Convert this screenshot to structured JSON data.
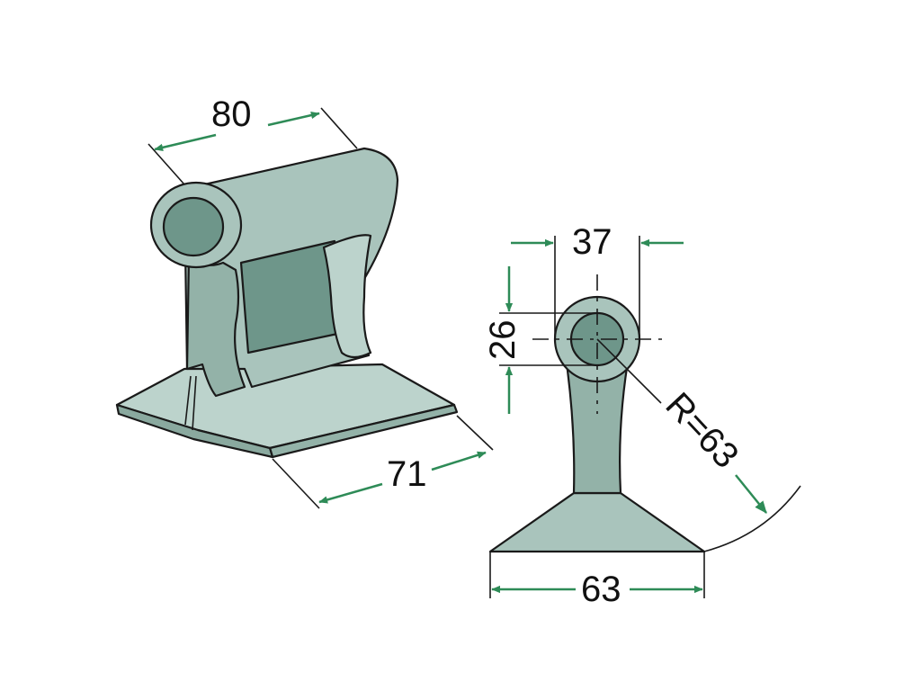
{
  "colors": {
    "background": "#ffffff",
    "part_light": "#a9c4bc",
    "part_mid": "#93b2a8",
    "part_dark": "#6e968a",
    "outline": "#1a1a1a",
    "dimension_arrow": "#2e8b57"
  },
  "dimensions": {
    "width_top": "80",
    "depth_base": "71",
    "bore_outer": "37",
    "bore_inner": "26",
    "radius": "R=63",
    "base_width": "63"
  }
}
